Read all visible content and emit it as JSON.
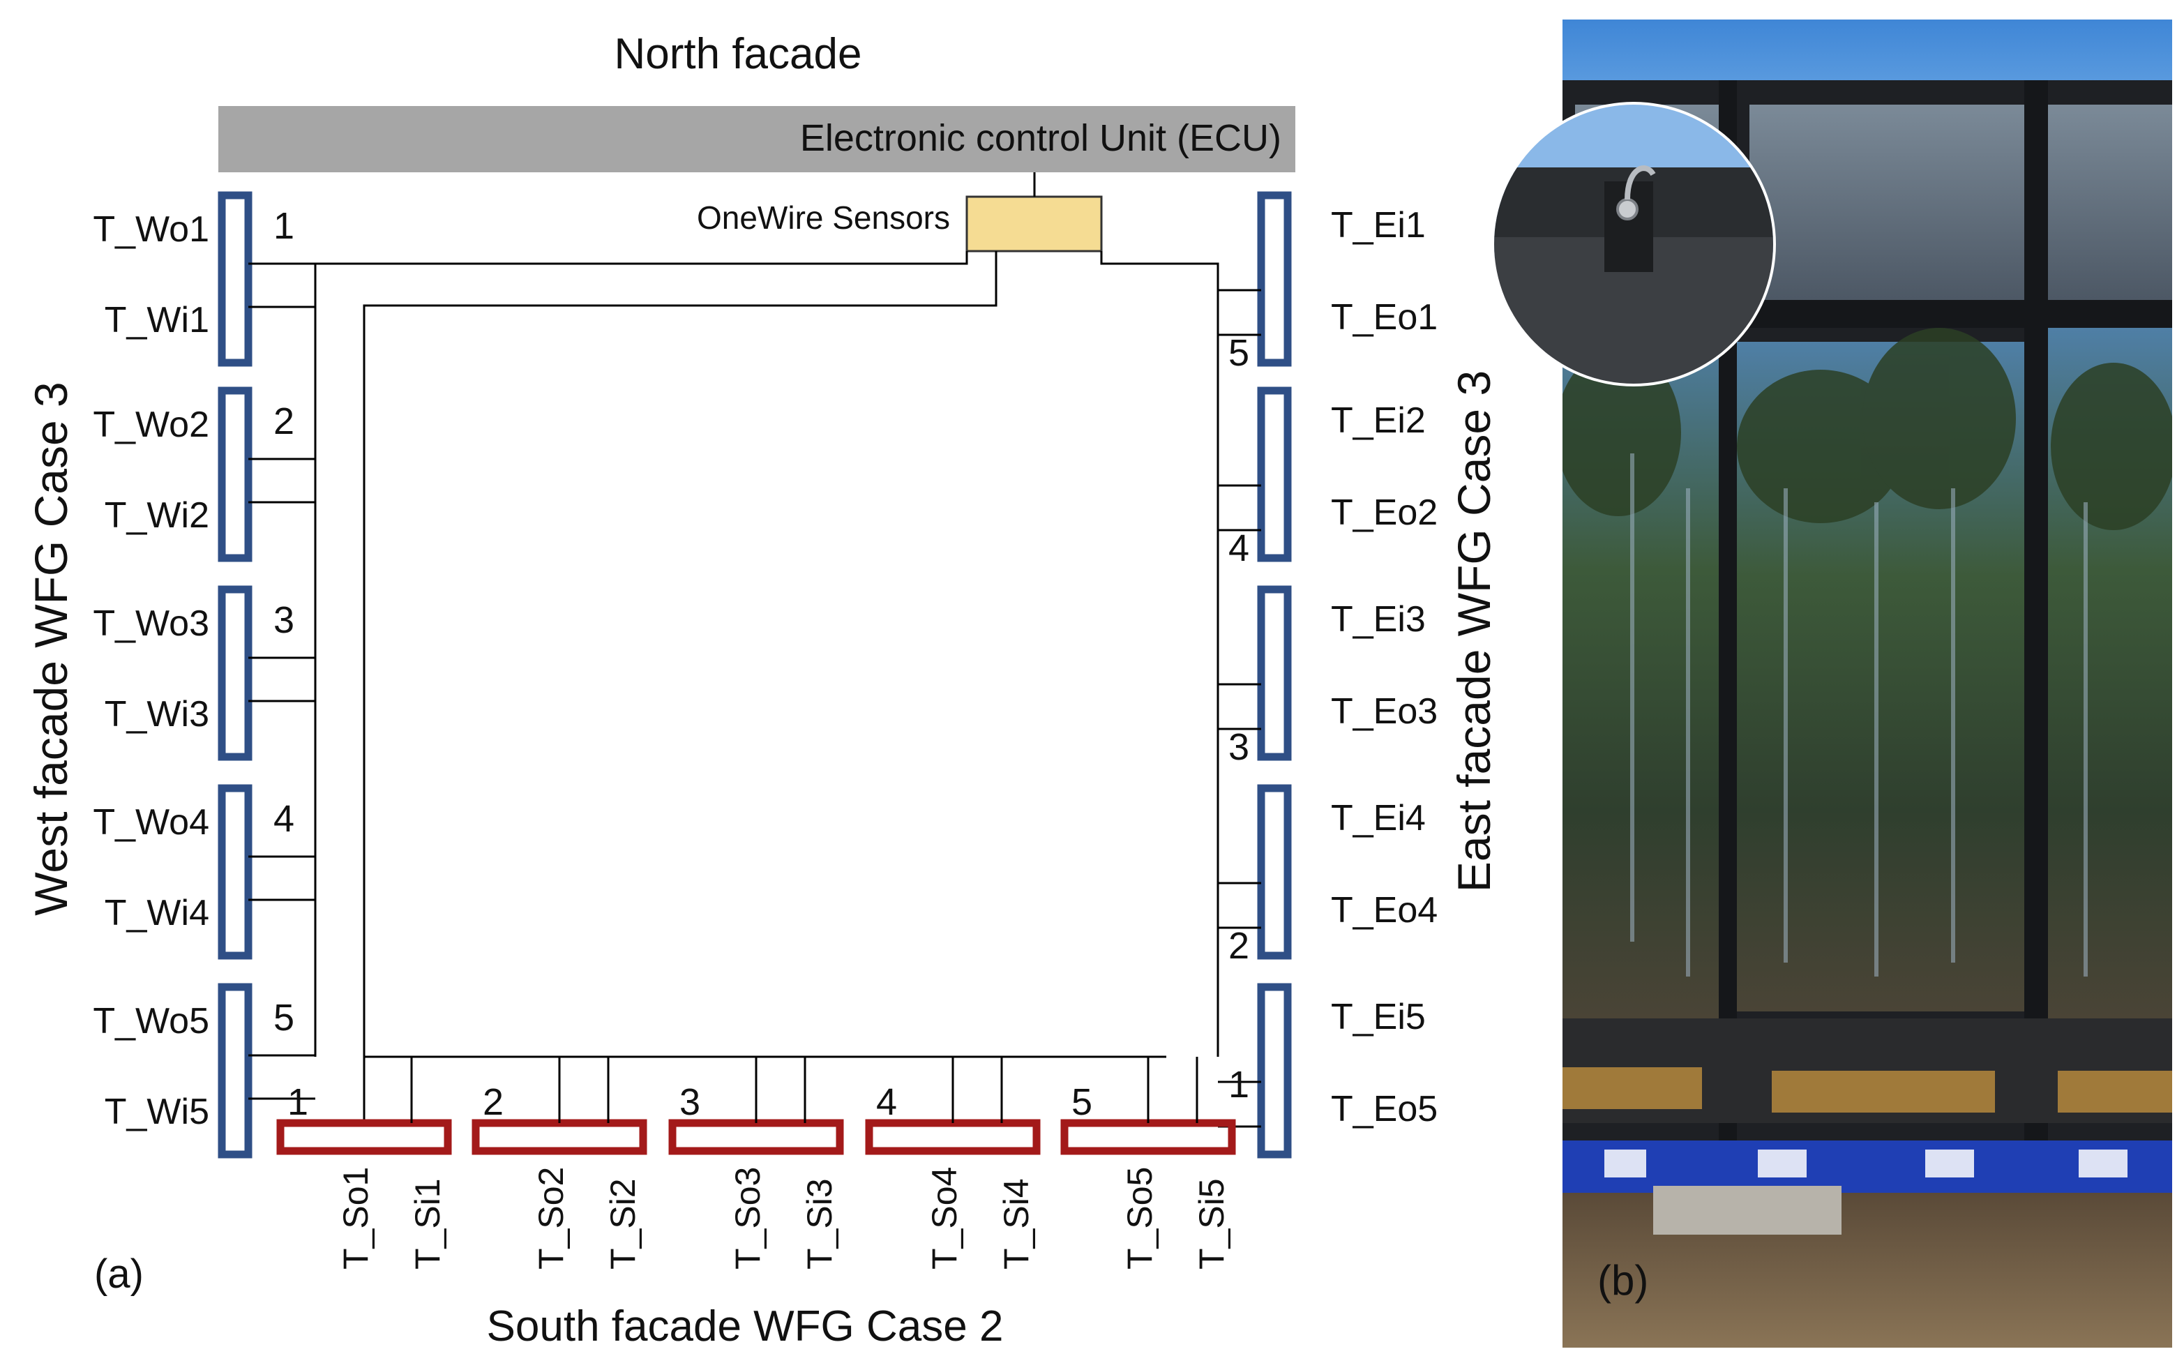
{
  "diagram": {
    "north_label": "North facade",
    "ecu_label": "Electronic control Unit (ECU)",
    "sensor_box_label": "OneWire Sensors",
    "west_label": "West facade WFG Case 3",
    "east_label": "East facade WFG Case 3",
    "south_label": "South facade WFG Case 2",
    "panel_label_a": "(a)",
    "west_sensors": [
      {
        "num": "1",
        "outer": "T_Wo1",
        "inner": "T_Wi1"
      },
      {
        "num": "2",
        "outer": "T_Wo2",
        "inner": "T_Wi2"
      },
      {
        "num": "3",
        "outer": "T_Wo3",
        "inner": "T_Wi3"
      },
      {
        "num": "4",
        "outer": "T_Wo4",
        "inner": "T_Wi4"
      },
      {
        "num": "5",
        "outer": "T_Wo5",
        "inner": "T_Wi5"
      }
    ],
    "east_sensors": [
      {
        "num": "5",
        "outer": "T_Ei1",
        "inner": "T_Eo1"
      },
      {
        "num": "4",
        "outer": "T_Ei2",
        "inner": "T_Eo2"
      },
      {
        "num": "3",
        "outer": "T_Ei3",
        "inner": "T_Eo3"
      },
      {
        "num": "2",
        "outer": "T_Ei4",
        "inner": "T_Eo4"
      },
      {
        "num": "1",
        "outer": "T_Ei5",
        "inner": "T_Eo5"
      }
    ],
    "south_sensors": [
      {
        "num": "1",
        "outer": "T_So1",
        "inner": "T_Si1"
      },
      {
        "num": "2",
        "outer": "T_So2",
        "inner": "T_Si2"
      },
      {
        "num": "3",
        "outer": "T_So3",
        "inner": "T_Si3"
      },
      {
        "num": "4",
        "outer": "T_So4",
        "inner": "T_Si4"
      },
      {
        "num": "5",
        "outer": "T_So5",
        "inner": "T_Si5"
      }
    ]
  },
  "photo": {
    "panel_label_b": "(b)"
  },
  "colors": {
    "side_panel_stroke": "#2f4f86",
    "south_panel_stroke": "#a31a1a",
    "ecu_fill": "#a6a6a6",
    "sensor_box_fill": "#f5dc93",
    "wire": "#000000"
  }
}
